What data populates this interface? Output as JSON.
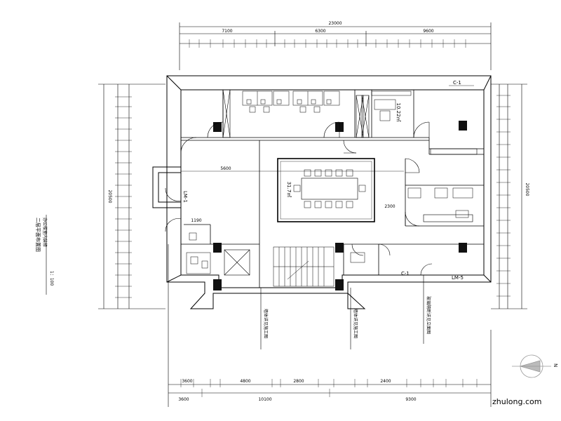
{
  "dimensions": {
    "top_total": "23000",
    "top_segments": [
      "7100",
      "6300",
      "9600"
    ],
    "right_total": "20500",
    "left_total": "20500",
    "bottom_segments": [
      "3600",
      "4800",
      "2800",
      "2400"
    ],
    "bottom_totals": [
      "3600",
      "10100",
      "9300"
    ]
  },
  "rooms": {
    "meeting_area": "31.7㎡",
    "office_area": "10.22㎡",
    "corridor_width": "5600",
    "door_width": "1190",
    "dim_2300": "2300"
  },
  "tags": {
    "lm1": "LM-1",
    "lm5": "LM-5",
    "c1_top": "C-1",
    "c1_bottom": "C-1"
  },
  "notes": {
    "note_1": "墙体详见施工图",
    "note_2": "墙体详见施工图",
    "note_3": "玻璃隔断详见立面图"
  },
  "side_title": "二层平面布置图",
  "side_subtitle": "办公楼室内装修",
  "scale": "1：100",
  "compass": "N",
  "watermark": "zhulong.com",
  "colors": {
    "line": "#000000",
    "fill_dark": "#111111",
    "hatch": "#777777",
    "watermark": "#b8b8b8"
  }
}
